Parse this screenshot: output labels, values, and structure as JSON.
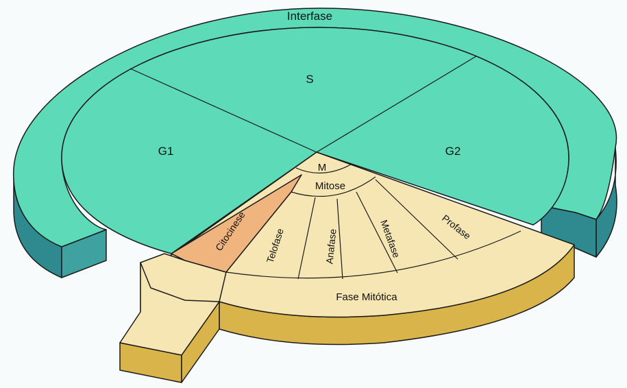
{
  "labels": {
    "interfase": "Interfase",
    "s": "S",
    "g1": "G1",
    "g2": "G2",
    "m": "M",
    "mitose": "Mitose",
    "citocinese": "Citocinese",
    "telofase": "Telofase",
    "anafase": "Anafase",
    "metafase": "Metafase",
    "profase": "Profase",
    "fase_mitotica": "Fase Mitótica"
  },
  "colors": {
    "interphase_top": "#5ddbb8",
    "interphase_side": "#2e8a8e",
    "mitotic_top": "#f5e6b3",
    "mitotic_side": "#d9b44a",
    "citocinese": "#f0b47e"
  }
}
